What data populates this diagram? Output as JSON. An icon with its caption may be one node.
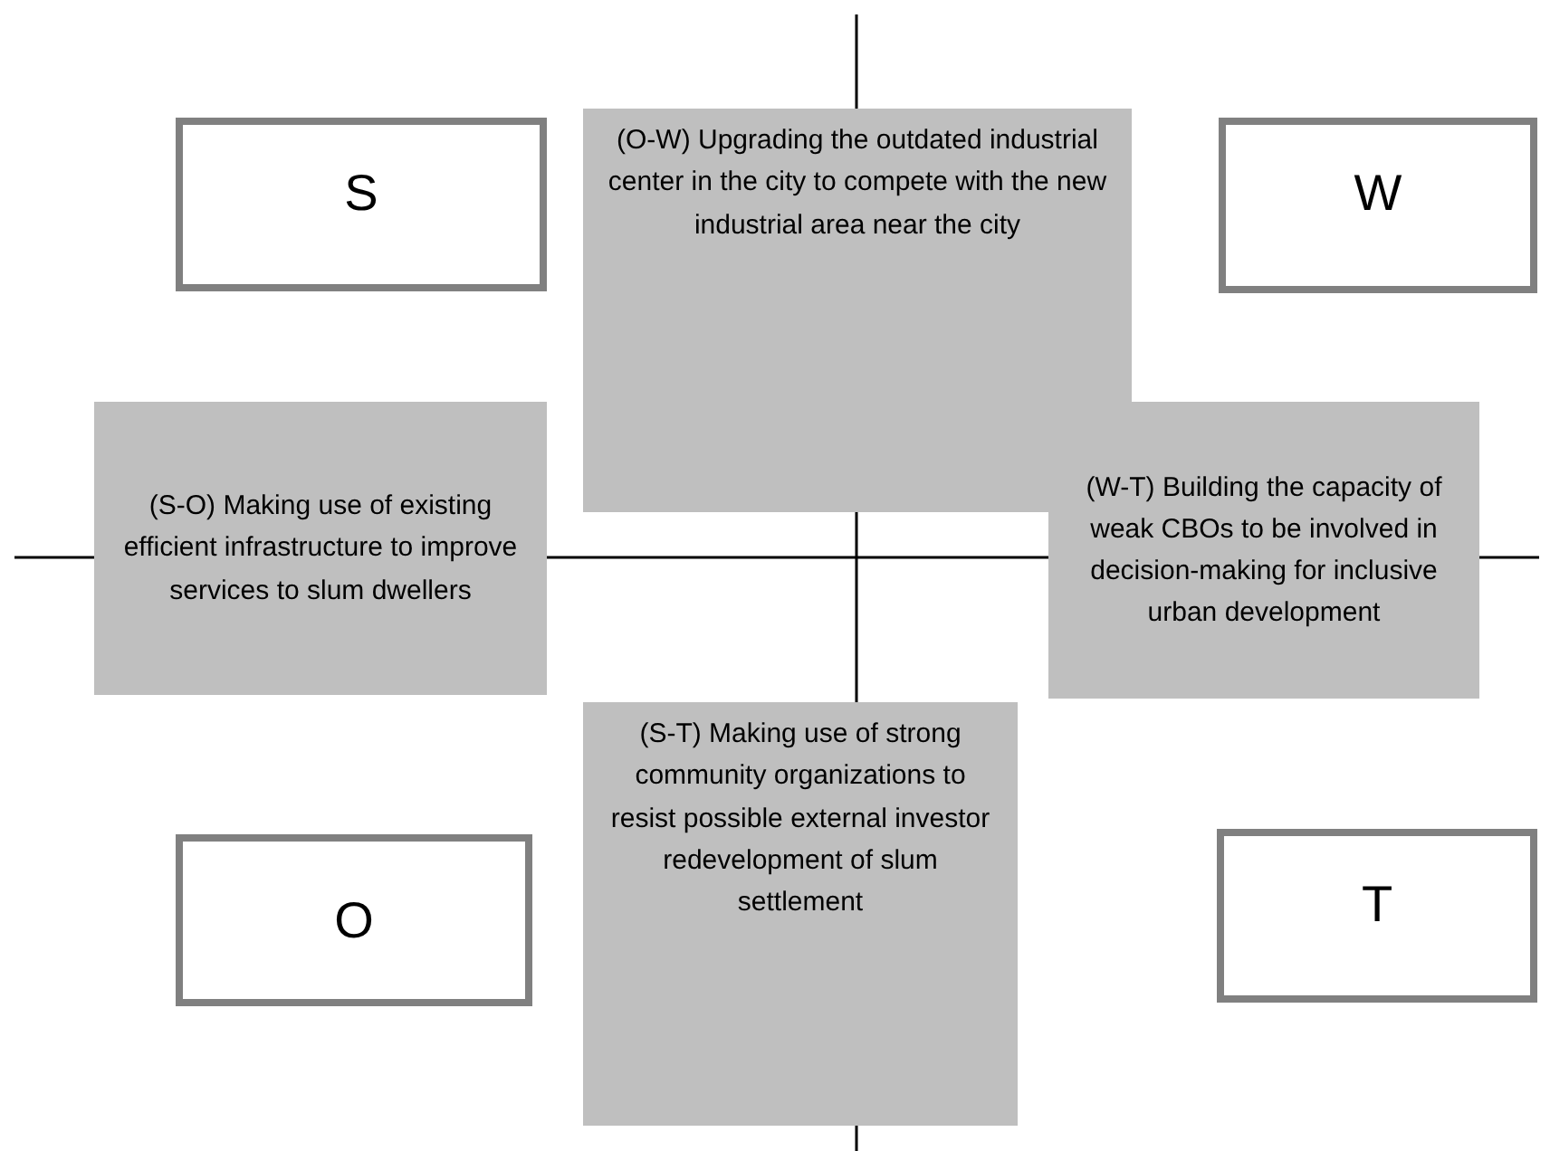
{
  "diagram": {
    "nodes": [
      {
        "text": [
          "S"
        ]
      },
      {
        "text": [
          "(O-W) Upgrading the outdated industrial center in the city to compete with the new industrial area near the city"
        ]
      },
      {
        "text": [
          "W"
        ]
      },
      {
        "text": [
          "(S-O) Making use of existing efficient infrastructure to improve services to slum dwellers"
        ]
      },
      {
        "text": [
          "(W-T) Building the capacity of weak CBOs to be involved in decision-making for inclusive urban development"
        ]
      },
      {
        "text": [
          "(S-T) Making use of strong community organizations to resist possible external investor redevelopment of slum settlement"
        ]
      },
      {
        "text": [
          "O"
        ]
      },
      {
        "text": [
          "T"
        ]
      }
    ],
    "edges": []
  }
}
